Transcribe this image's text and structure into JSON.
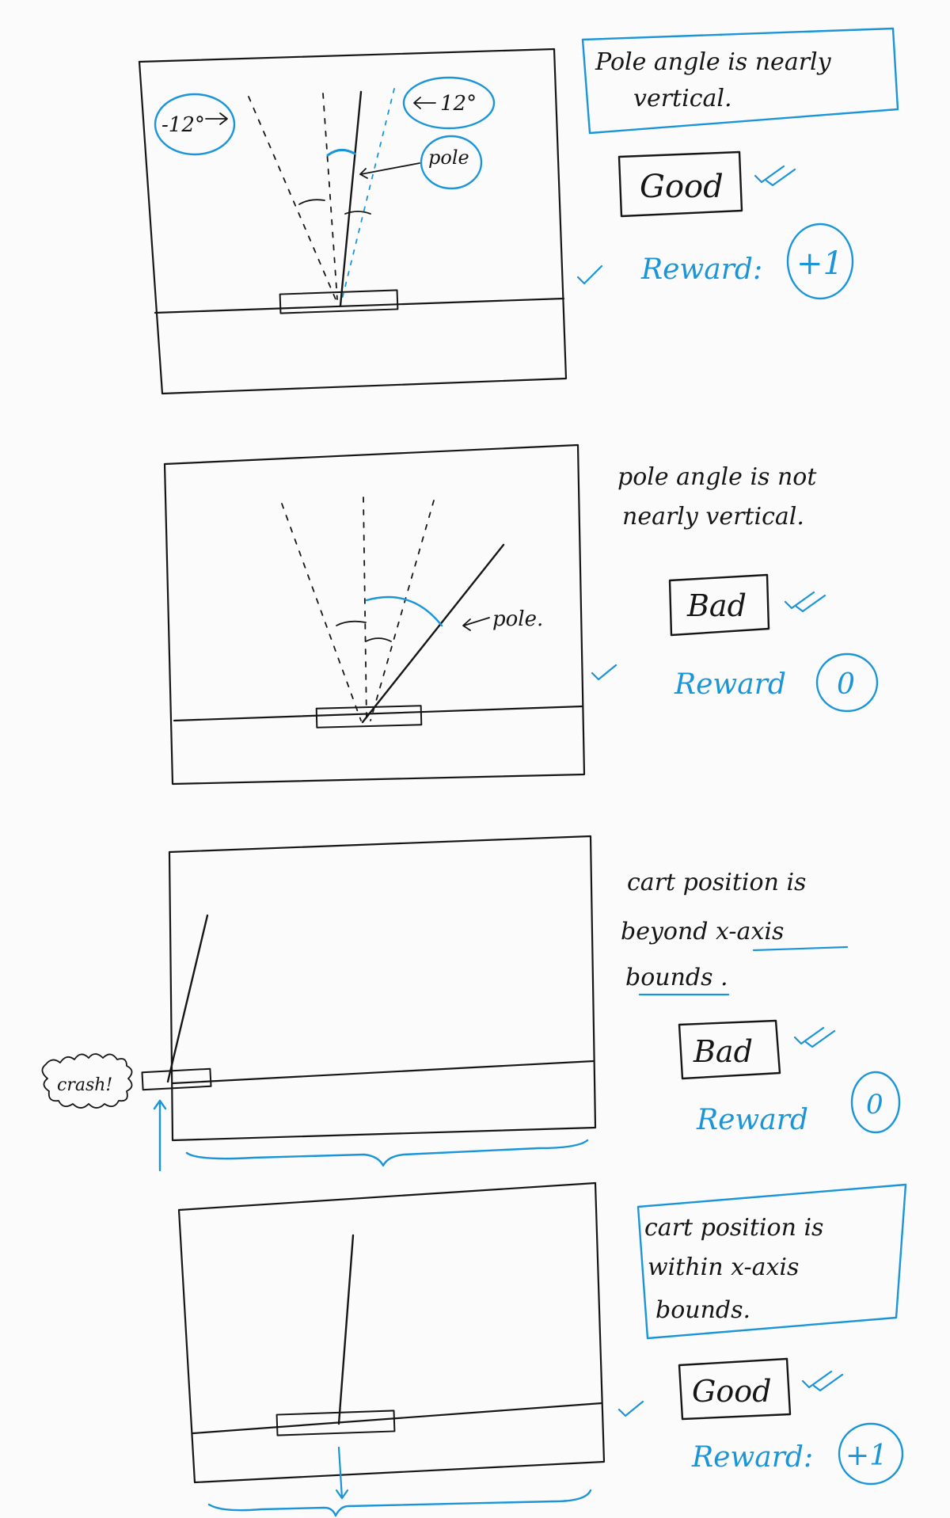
{
  "colors": {
    "ink": "#161616",
    "accent": "#1a95d8",
    "paper": "#fbfbfb"
  },
  "panels": [
    {
      "id": "pole-vertical",
      "callouts": {
        "left_angle": "-12°",
        "right_angle": "12°",
        "pole": "pole"
      },
      "condition": [
        "Pole angle is nearly",
        "vertical."
      ],
      "verdict": "Good",
      "reward_label": "Reward:",
      "reward_value": "+1"
    },
    {
      "id": "pole-not-vertical",
      "callouts": {
        "pole": "pole."
      },
      "condition": [
        "pole angle is not",
        "nearly vertical."
      ],
      "verdict": "Bad",
      "reward_label": "Reward",
      "reward_value": "0"
    },
    {
      "id": "cart-out-of-bounds",
      "callouts": {
        "crash": "crash!"
      },
      "condition": [
        "cart position is",
        "beyond x-axis",
        "bounds ."
      ],
      "verdict": "Bad",
      "reward_label": "Reward",
      "reward_value": "0"
    },
    {
      "id": "cart-in-bounds",
      "condition": [
        "cart position is",
        "within x-axis",
        "bounds."
      ],
      "verdict": "Good",
      "reward_label": "Reward:",
      "reward_value": "+1"
    }
  ]
}
